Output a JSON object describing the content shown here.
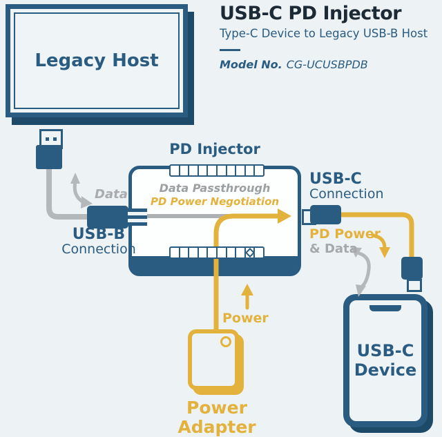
{
  "header": {
    "title": "USB-C PD Injector",
    "subtitle": "Type-C Device to Legacy USB-B Host",
    "model_label": "Model No.",
    "model_value": "CG-UCUSBPDB"
  },
  "colors": {
    "navy": "#2a5b80",
    "navy_dark": "#1d4a69",
    "yellow": "#e2b23c",
    "gray_text": "#a6a8aa",
    "cable_gray": "#b5b8bb",
    "background": "#edf2f5",
    "ink": "#1b2a35"
  },
  "diagram": {
    "legacy_host": {
      "label": "Legacy Host"
    },
    "pd_injector": {
      "title": "PD Injector",
      "flow_line1": "Data Passthrough",
      "flow_line2": "PD Power Negotiation"
    },
    "usb_b": {
      "line1": "USB-B",
      "line2": "Connection",
      "flow_label": "Data"
    },
    "usb_c": {
      "line1": "USB-C",
      "line2": "Connection",
      "power_label": "PD Power",
      "data_label": "& Data"
    },
    "power_adapter": {
      "line1": "Power",
      "line2": "Adapter",
      "flow_label": "Power"
    },
    "usb_c_device": {
      "line1": "USB-C",
      "line2": "Device"
    }
  }
}
